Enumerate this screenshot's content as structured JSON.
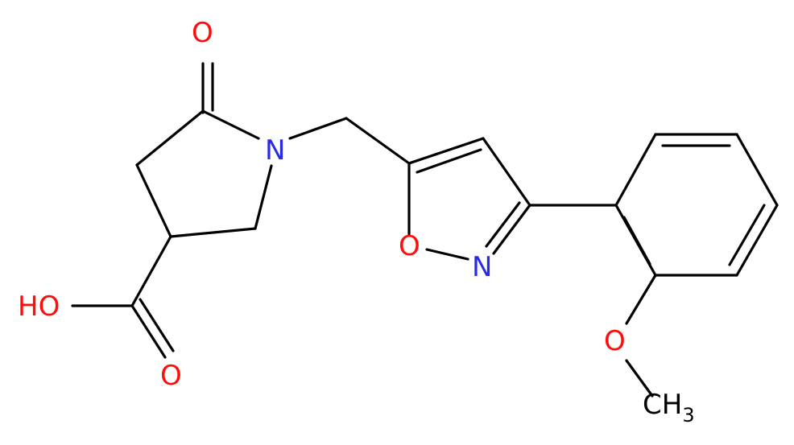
{
  "structure": {
    "colors": {
      "carbon": "#000000",
      "oxygen": "#ff0d0d",
      "nitrogen": "#2a2ae6",
      "background": "#ffffff"
    },
    "atoms": {
      "o_ketone": "O",
      "n_pyrrolidinone": "N",
      "o_isoxazole": "O",
      "n_isoxazole": "N",
      "o_hydroxyl": "HO",
      "o_carbonyl": "O",
      "o_methoxy": "O",
      "methyl_main": "CH",
      "methyl_subscript": "3"
    }
  }
}
